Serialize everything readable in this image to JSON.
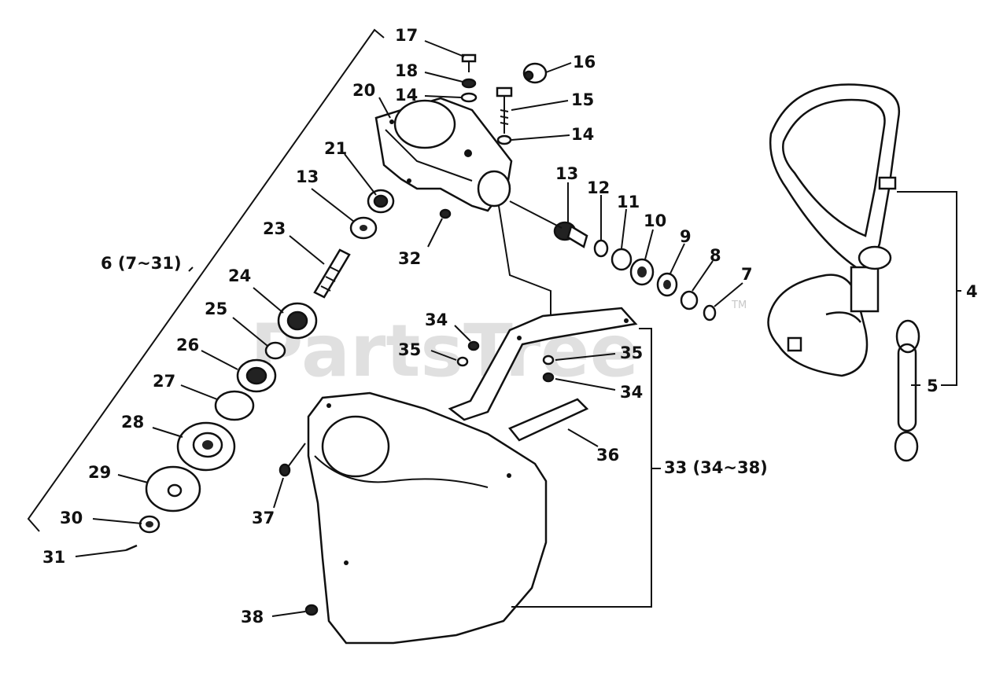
{
  "watermark": {
    "text": "PartsTree",
    "tm": "TM"
  },
  "labels": {
    "p17": "17",
    "p18": "18",
    "p14a": "14",
    "p20": "20",
    "p16": "16",
    "p15": "15",
    "p14b": "14",
    "p21": "21",
    "p13a": "13",
    "p13b": "13",
    "p12": "12",
    "p11": "11",
    "p10": "10",
    "p9": "9",
    "p8": "8",
    "p7": "7",
    "p23": "23",
    "p32": "32",
    "p6": "6 (7~31)",
    "p24": "24",
    "p25": "25",
    "p26": "26",
    "p27": "27",
    "p28": "28",
    "p29": "29",
    "p30": "30",
    "p31": "31",
    "p34a": "34",
    "p35a": "35",
    "p35b": "35",
    "p34b": "34",
    "p36": "36",
    "p33": "33 (34~38)",
    "p37": "37",
    "p38": "38",
    "p4": "4",
    "p5": "5"
  }
}
